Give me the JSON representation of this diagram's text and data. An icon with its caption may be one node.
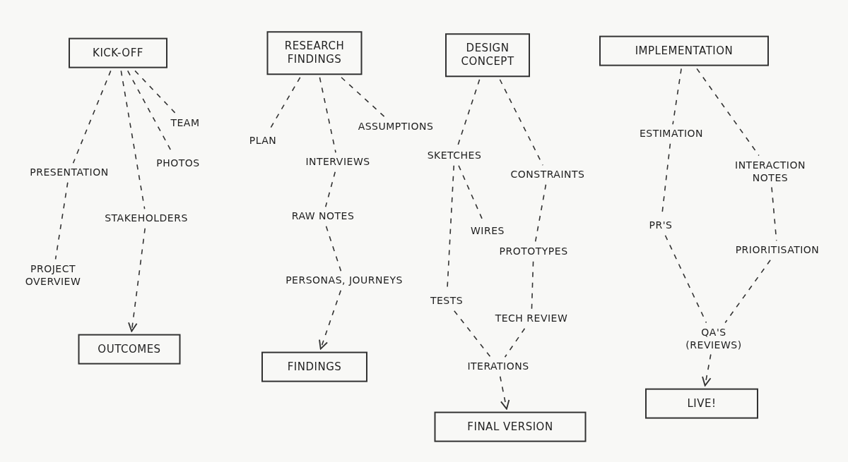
{
  "diagram": {
    "nodes": [
      {
        "text": [
          "KICK-OFF"
        ]
      },
      {
        "text": [
          "PRESENTATION"
        ]
      },
      {
        "text": [
          "PROJECT OVERVIEW"
        ]
      },
      {
        "text": [
          "STAKEHOLDERS"
        ]
      },
      {
        "text": [
          "PHOTOS"
        ]
      },
      {
        "text": [
          "TEAM"
        ]
      },
      {
        "text": [
          "OUTCOMES"
        ]
      },
      {
        "text": [
          "RESEARCH FINDINGS"
        ]
      },
      {
        "text": [
          "PLAN"
        ]
      },
      {
        "text": [
          "INTERVIEWS"
        ]
      },
      {
        "text": [
          "ASSUMPTIONS"
        ]
      },
      {
        "text": [
          "RAW NOTES"
        ]
      },
      {
        "text": [
          "PERSONAS, JOURNEYS"
        ]
      },
      {
        "text": [
          "FINDINGS"
        ]
      },
      {
        "text": [
          "DESIGN CONCEPT"
        ]
      },
      {
        "text": [
          "SKETCHES"
        ]
      },
      {
        "text": [
          "CONSTRAINTS"
        ]
      },
      {
        "text": [
          "WIRES"
        ]
      },
      {
        "text": [
          "TESTS"
        ]
      },
      {
        "text": [
          "PROTOTYPES"
        ]
      },
      {
        "text": [
          "TECH REVIEW"
        ]
      },
      {
        "text": [
          "ITERATIONS"
        ]
      },
      {
        "text": [
          "FINAL VERSION"
        ]
      },
      {
        "text": [
          "IMPLEMENTATION"
        ]
      },
      {
        "text": [
          "ESTIMATION"
        ]
      },
      {
        "text": [
          "PR'S"
        ]
      },
      {
        "text": [
          "INTERACTION NOTES"
        ]
      },
      {
        "text": [
          "PRIORITISATION"
        ]
      },
      {
        "text": [
          "QA'S (REVIEWS)"
        ]
      },
      {
        "text": [
          "LIVE!"
        ]
      }
    ],
    "edges": [
      {
        "from": 0,
        "to": 1,
        "arrow": "none",
        "style": "dashed"
      },
      {
        "from": 1,
        "to": 2,
        "arrow": "none",
        "style": "dashed"
      },
      {
        "from": 0,
        "to": 3,
        "arrow": "none",
        "style": "dashed"
      },
      {
        "from": 3,
        "to": 6,
        "arrow": "to",
        "style": "dashed"
      },
      {
        "from": 0,
        "to": 4,
        "arrow": "none",
        "style": "dashed"
      },
      {
        "from": 0,
        "to": 5,
        "arrow": "none",
        "style": "dashed"
      },
      {
        "from": 7,
        "to": 8,
        "arrow": "none",
        "style": "dashed"
      },
      {
        "from": 7,
        "to": 9,
        "arrow": "none",
        "style": "dashed"
      },
      {
        "from": 7,
        "to": 10,
        "arrow": "none",
        "style": "dashed"
      },
      {
        "from": 9,
        "to": 11,
        "arrow": "none",
        "style": "dashed"
      },
      {
        "from": 11,
        "to": 12,
        "arrow": "none",
        "style": "dashed"
      },
      {
        "from": 12,
        "to": 13,
        "arrow": "to",
        "style": "dashed"
      },
      {
        "from": 14,
        "to": 15,
        "arrow": "none",
        "style": "dashed"
      },
      {
        "from": 14,
        "to": 16,
        "arrow": "none",
        "style": "dashed"
      },
      {
        "from": 15,
        "to": 17,
        "arrow": "none",
        "style": "dashed"
      },
      {
        "from": 15,
        "to": 18,
        "arrow": "none",
        "style": "dashed"
      },
      {
        "from": 16,
        "to": 19,
        "arrow": "none",
        "style": "dashed"
      },
      {
        "from": 19,
        "to": 20,
        "arrow": "none",
        "style": "dashed"
      },
      {
        "from": 18,
        "to": 21,
        "arrow": "none",
        "style": "dashed"
      },
      {
        "from": 20,
        "to": 21,
        "arrow": "none",
        "style": "dashed"
      },
      {
        "from": 21,
        "to": 22,
        "arrow": "to",
        "style": "dashed"
      },
      {
        "from": 23,
        "to": 24,
        "arrow": "none",
        "style": "dashed"
      },
      {
        "from": 24,
        "to": 25,
        "arrow": "none",
        "style": "dashed"
      },
      {
        "from": 25,
        "to": 28,
        "arrow": "none",
        "style": "dashed"
      },
      {
        "from": 23,
        "to": 26,
        "arrow": "none",
        "style": "dashed"
      },
      {
        "from": 26,
        "to": 27,
        "arrow": "none",
        "style": "dashed"
      },
      {
        "from": 27,
        "to": 28,
        "arrow": "none",
        "style": "dashed"
      },
      {
        "from": 28,
        "to": 29,
        "arrow": "to",
        "style": "dashed"
      }
    ]
  }
}
